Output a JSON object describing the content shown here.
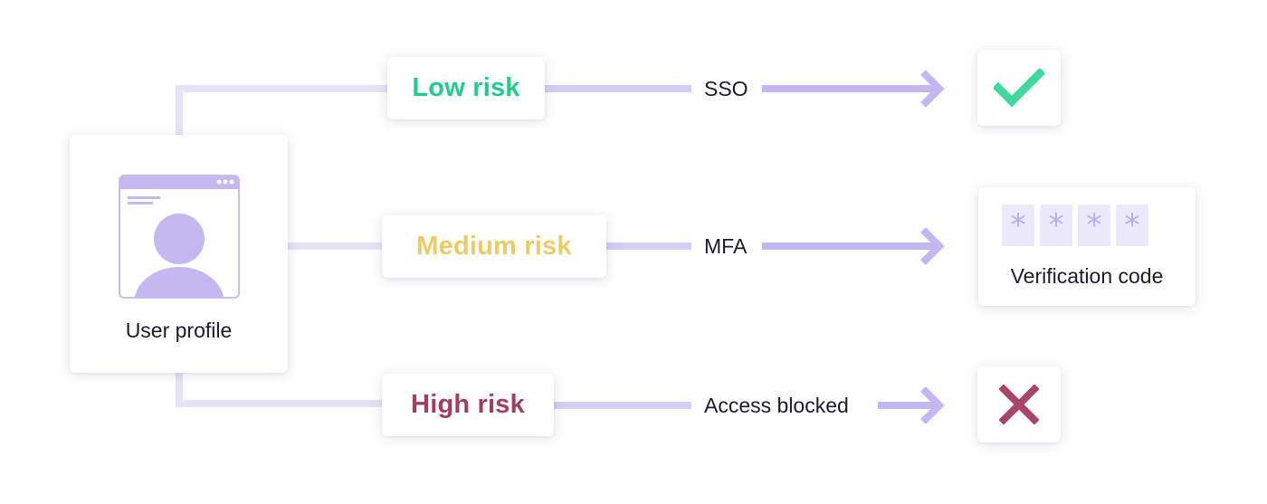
{
  "profile": {
    "label": "User profile",
    "icon": "browser-user-icon"
  },
  "branches": [
    {
      "key": "low",
      "risk_label": "Low risk",
      "risk_color": "#22cc8a",
      "method": "SSO",
      "result_icon": "checkmark-icon",
      "result_color": "#3fd99a"
    },
    {
      "key": "medium",
      "risk_label": "Medium risk",
      "risk_color": "#e9cc68",
      "method": "MFA",
      "result_icon": "verification-code-icon"
    },
    {
      "key": "high",
      "risk_label": "High risk",
      "risk_color": "#a03f61",
      "method": "Access blocked",
      "result_icon": "cross-icon",
      "result_color": "#a8466a"
    }
  ],
  "verification": {
    "label": "Verification code",
    "mask_chars": [
      "*",
      "*",
      "*",
      "*"
    ]
  },
  "colors": {
    "connector": "#e6e2f8",
    "arrow": "#c2b7f0",
    "icon_fill": "#c3b8ef"
  }
}
